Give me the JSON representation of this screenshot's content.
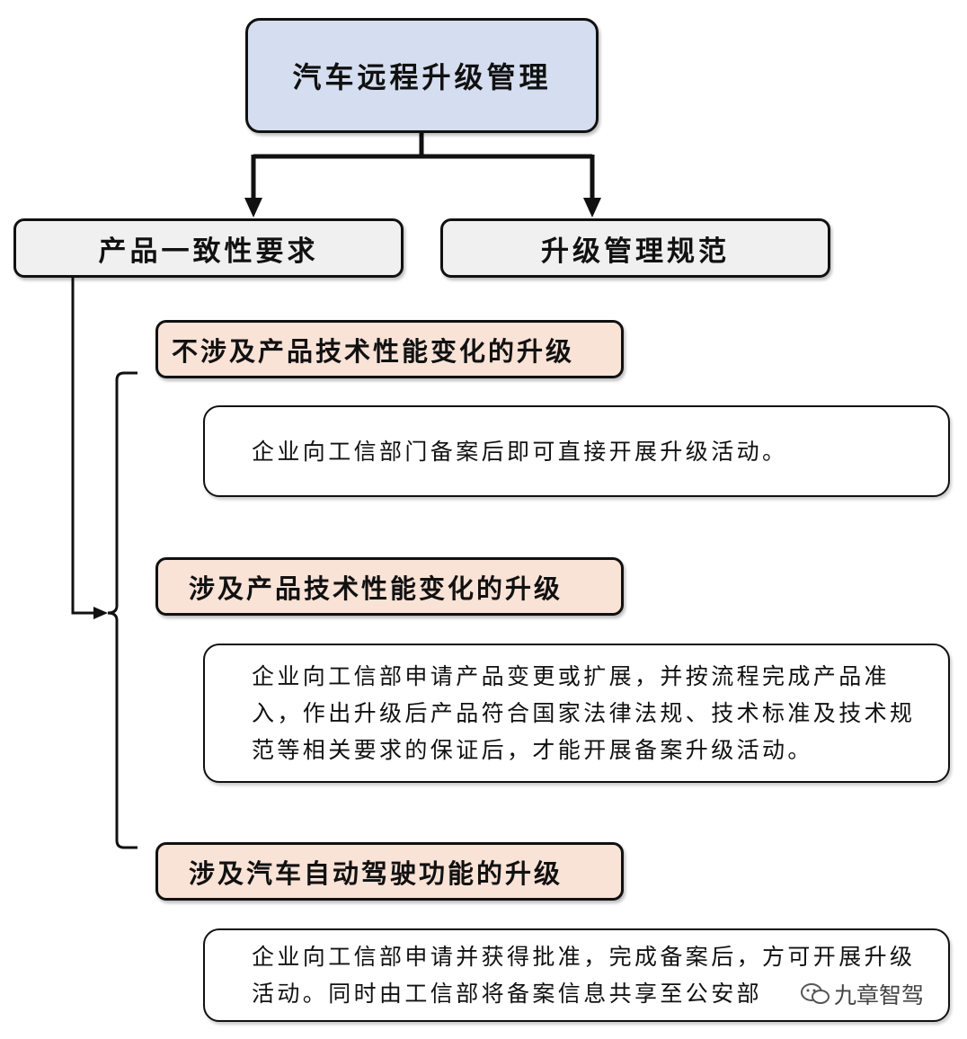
{
  "root": {
    "label": "汽车远程升级管理"
  },
  "branches": [
    {
      "label": "产品一致性要求"
    },
    {
      "label": "升级管理规范"
    }
  ],
  "categories": [
    {
      "title": "不涉及产品技术性能变化的升级",
      "description": "企业向工信部门备案后即可直接开展升级活动。"
    },
    {
      "title": "涉及产品技术性能变化的升级",
      "description": "企业向工信部申请产品变更或扩展，并按流程完成产品准入，作出升级后产品符合国家法律法规、技术标准及技术规范等相关要求的保证后，才能开展备案升级活动。"
    },
    {
      "title": "涉及汽车自动驾驶功能的升级",
      "description": "企业向工信部申请并获得批准，完成备案后，方可开展升级活动。同时由工信部将备案信息共享至公安部"
    }
  ],
  "watermark": {
    "icon": "wechat-icon",
    "text": "九章智驾"
  },
  "colors": {
    "root_fill": "#d5def0",
    "branch_fill": "#f0f0f0",
    "category_fill": "#f9e2d6",
    "stroke": "#111111"
  }
}
